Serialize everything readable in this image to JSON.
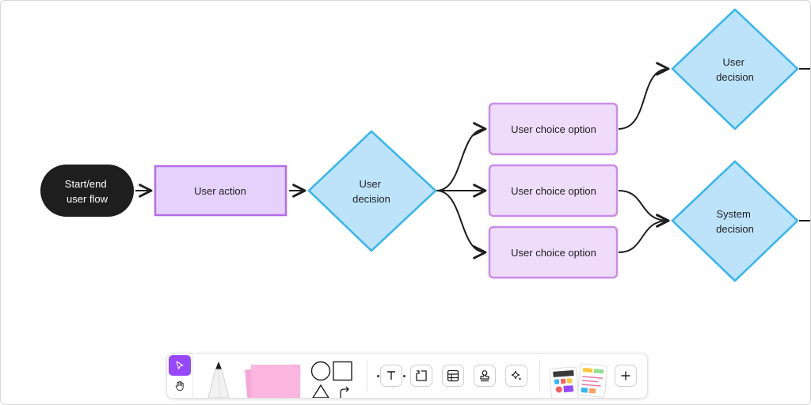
{
  "canvas": {
    "nodes": {
      "start": "Start/end\nuser flow",
      "action": "User action",
      "decision1": "User\ndecision",
      "choice1": "User choice option",
      "choice2": "User choice option",
      "choice3": "User choice option",
      "decision2": "User\ndecision",
      "system": "System\ndecision"
    },
    "colors": {
      "terminal_fill": "#1e1e1e",
      "action_fill": "#e5d1fb",
      "action_stroke": "#b56cea",
      "choice_fill": "#efdcfb",
      "choice_stroke": "#c98ce8",
      "decision_fill": "#bde3fb",
      "decision_stroke": "#2eb6f5",
      "connector": "#1e1e1e"
    }
  },
  "toolbar": {
    "modes": [
      {
        "name": "move",
        "icon": "pointer-icon",
        "active": true
      },
      {
        "name": "hand",
        "icon": "hand-icon",
        "active": false
      }
    ],
    "tools": [
      "marker-tool",
      "sticky-note-tool",
      "shapes-tool",
      "text-tool",
      "section-tool",
      "table-tool",
      "stamp-tool",
      "ai-sparkle-tool",
      "templates-tool",
      "add-more-tool"
    ],
    "accent": "#9747ff"
  }
}
